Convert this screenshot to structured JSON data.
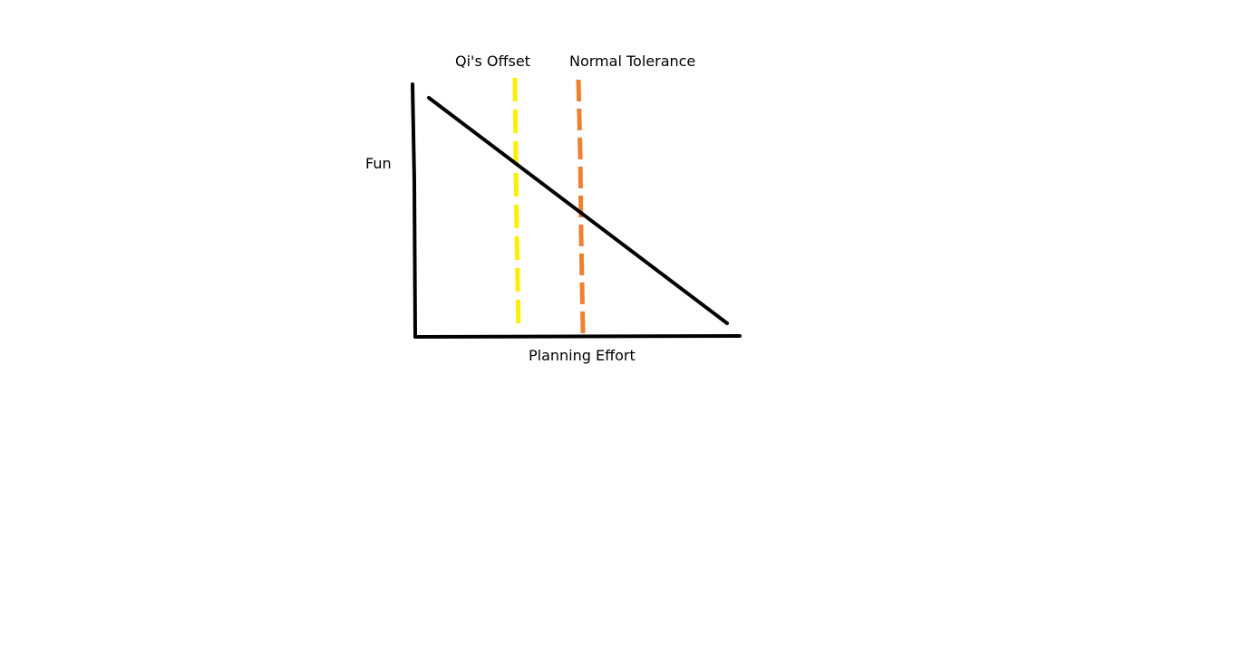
{
  "diagram": {
    "y_axis_label": "Fun",
    "x_axis_label": "Planning Effort",
    "markers": [
      {
        "label": "Qi's Offset",
        "color": "#ffee00",
        "style": "dashed"
      },
      {
        "label": "Normal Tolerance",
        "color": "#f08030",
        "style": "dashed"
      }
    ],
    "trend_line": {
      "color": "#000000",
      "direction": "decreasing"
    },
    "axis_color": "#000000"
  }
}
